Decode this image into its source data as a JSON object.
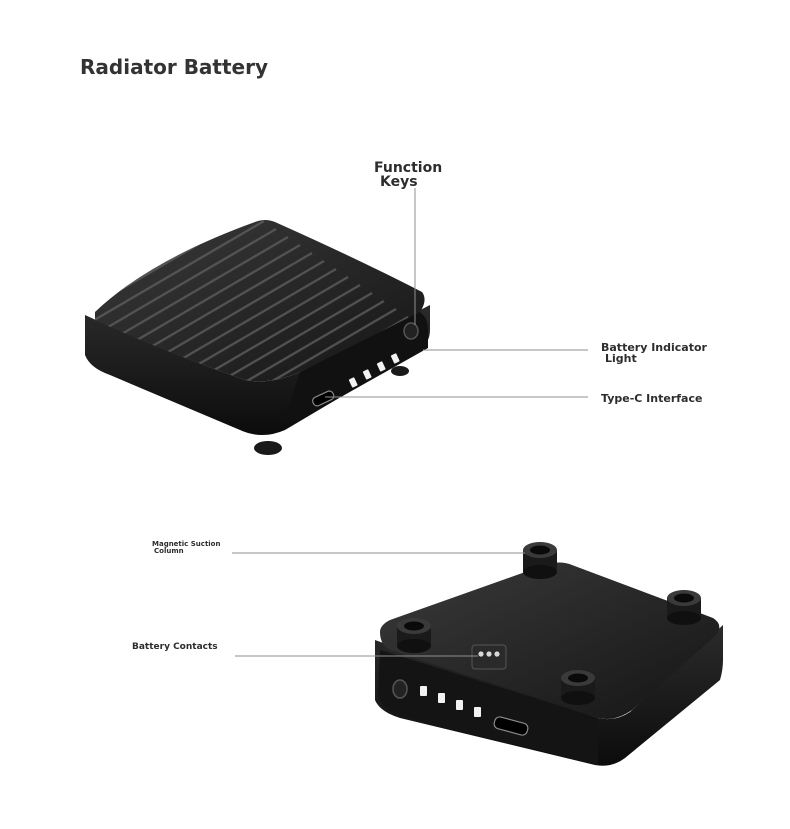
{
  "title": "Radiator Battery",
  "labels": {
    "function_keys": [
      "Function",
      "Keys"
    ],
    "battery_indicator": [
      "Battery Indicator",
      "Light"
    ],
    "type_c": "Type-C Interface",
    "magnetic": [
      "Magnetic Suction",
      "Column"
    ],
    "contacts": "Battery Contacts"
  }
}
